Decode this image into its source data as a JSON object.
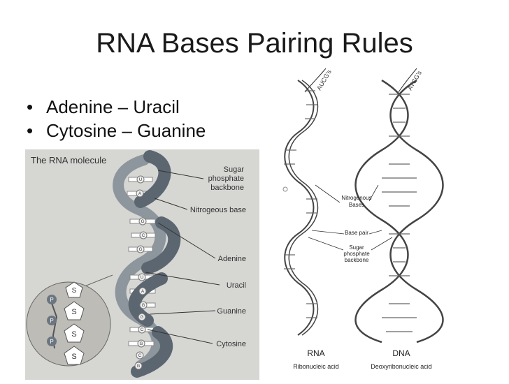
{
  "slide": {
    "title": "RNA Bases Pairing Rules",
    "bullets": [
      "Adenine – Uracil",
      "Cytosine – Guanine"
    ]
  },
  "rna_figure": {
    "heading": "The RNA molecule",
    "labels": {
      "sugar_1": "Sugar",
      "sugar_2": "phosphate",
      "sugar_3": "backbone",
      "base": "Nitrogeous base",
      "adenine": "Adenine",
      "uracil": "Uracil",
      "guanine": "Guanine",
      "cytosine": "Cytosine"
    },
    "inset": {
      "p": "P",
      "s": "S"
    },
    "strand_letters": [
      "U",
      "A",
      "G",
      "C",
      "G",
      "U",
      "A",
      "G",
      "G",
      "C",
      "G",
      "C",
      "G"
    ]
  },
  "helix_figure": {
    "rna_tag": "AUCG's",
    "dna_tag": "ATCG's",
    "label_nitro_1": "Nitrogenous",
    "label_nitro_2": "Bases",
    "label_pair": "Base pair",
    "label_sugar_1": "Sugar",
    "label_sugar_2": "phosphate",
    "label_sugar_3": "backbone",
    "rna_title": "RNA",
    "rna_sub": "Ribonucleic acid",
    "dna_title": "DNA",
    "dna_sub": "Deoxyribonucleic acid"
  },
  "colors": {
    "ribbon": "#5b6670",
    "panel": "#d6d6d3",
    "inset_fill": "#bdbcb6"
  }
}
